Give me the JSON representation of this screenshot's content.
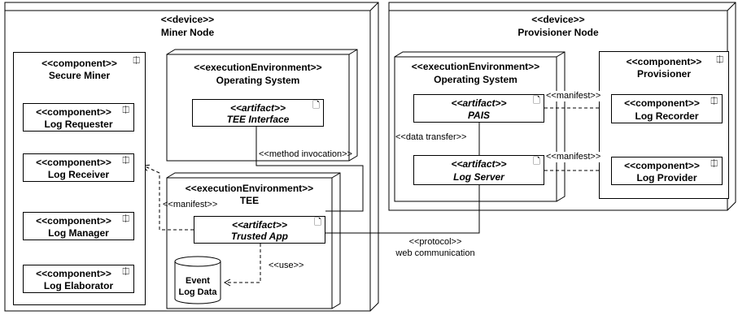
{
  "miner_node": {
    "stereotype": "<<device>>",
    "name": "Miner Node",
    "secure_miner": {
      "stereotype": "<<component>>",
      "name": "Secure Miner"
    },
    "components": [
      {
        "stereotype": "<<component>>",
        "name": "Log Requester"
      },
      {
        "stereotype": "<<component>>",
        "name": "Log Receiver"
      },
      {
        "stereotype": "<<component>>",
        "name": "Log Manager"
      },
      {
        "stereotype": "<<component>>",
        "name": "Log Elaborator"
      }
    ],
    "operating_system": {
      "stereotype": "<<executionEnvironment>>",
      "name": "Operating System",
      "artifact": {
        "stereotype": "<<artifact>>",
        "name": "TEE Interface"
      }
    },
    "tee": {
      "stereotype": "<<executionEnvironment>>",
      "name": "TEE",
      "artifact": {
        "stereotype": "<<artifact>>",
        "name": "Trusted App"
      },
      "datastore": {
        "line1": "Event",
        "line2": "Log Data"
      }
    }
  },
  "provisioner_node": {
    "stereotype": "<<device>>",
    "name": "Provisioner Node",
    "operating_system": {
      "stereotype": "<<executionEnvironment>>",
      "name": "Operating System",
      "pais": {
        "stereotype": "<<artifact>>",
        "name": "PAIS"
      },
      "log_server": {
        "stereotype": "<<artifact>>",
        "name": "Log Server"
      }
    },
    "provisioner": {
      "stereotype": "<<component>>",
      "name": "Provisioner",
      "log_recorder": {
        "stereotype": "<<component>>",
        "name": "Log Recorder"
      },
      "log_provider": {
        "stereotype": "<<component>>",
        "name": "Log Provider"
      }
    }
  },
  "connectors": {
    "method_invocation": "<<method invocation>>",
    "manifest_left": "<<manifest>>",
    "use": "<<use>>",
    "data_transfer": "<<data transfer>>",
    "manifest_pais": "<<manifest>>",
    "manifest_server": "<<manifest>>",
    "protocol_line1": "<<protocol>>",
    "protocol_line2": "web communication"
  },
  "icons": {
    "component": "component-icon",
    "artifact": "document-icon"
  }
}
